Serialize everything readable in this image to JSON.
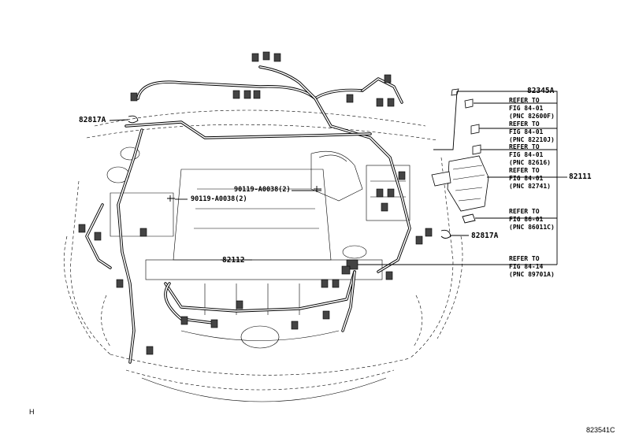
{
  "parts": {
    "p82345a": "82345A",
    "p82817a_left": "82817A",
    "p82817a_right": "82817A",
    "p82111": "82111",
    "p82112": "82112",
    "bolt_upper": "90119-A0038(2)",
    "bolt_lower": "90119-A0038(2)"
  },
  "refs": [
    {
      "line1": "REFER TO",
      "line2": "FIG 84-01",
      "line3": "(PNC 82600F)"
    },
    {
      "line1": "REFER TO",
      "line2": "FIG 84-01",
      "line3": "(PNC 82210J)"
    },
    {
      "line1": "REFER TO",
      "line2": "FIG 84-01",
      "line3": "(PNC 82616)"
    },
    {
      "line1": "REFER TO",
      "line2": "FIG 84-01",
      "line3": "(PNC 82741)"
    },
    {
      "line1": "REFER TO",
      "line2": "FIG 86-01",
      "line3": "(PNC 86011C)"
    },
    {
      "line1": "REFER TO",
      "line2": "FIG 84-14",
      "line3": "(PNC 89701A)"
    }
  ],
  "footer": {
    "left_code": "H",
    "diagram_id": "823541C"
  }
}
